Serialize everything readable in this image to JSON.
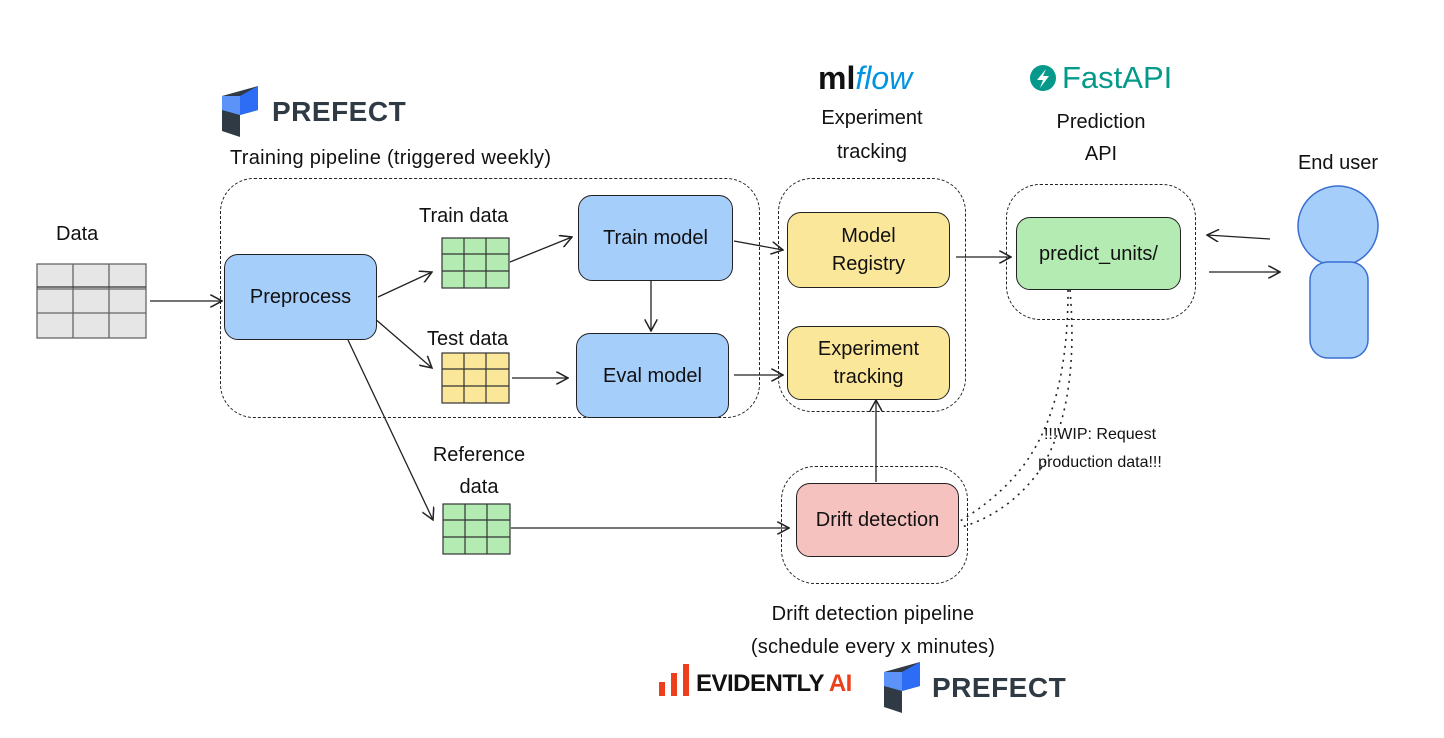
{
  "logos": {
    "prefect_top": "PREFECT",
    "mlflow": {
      "ml": "ml",
      "flow": "flow"
    },
    "fastapi": "FastAPI",
    "evidently": {
      "main": "EVIDENTLY",
      "ai": "AI"
    },
    "prefect_bottom": "PREFECT"
  },
  "labels": {
    "training_pipeline": "Training pipeline (triggered weekly)",
    "data": "Data",
    "train_data": "Train data",
    "test_data": "Test data",
    "reference_data_1": "Reference",
    "reference_data_2": "data",
    "experiment_tracking_1": "Experiment",
    "experiment_tracking_2": "tracking",
    "prediction_api_1": "Prediction",
    "prediction_api_2": "API",
    "end_user": "End user",
    "wip_1": "!!!WIP: Request",
    "wip_2": "production data!!!",
    "drift_pipeline_1": "Drift detection pipeline",
    "drift_pipeline_2": "(schedule every x minutes)"
  },
  "nodes": {
    "preprocess": "Preprocess",
    "train_model": "Train model",
    "eval_model": "Eval model",
    "model_registry_1": "Model",
    "model_registry_2": "Registry",
    "experiment_tracking_1": "Experiment",
    "experiment_tracking_2": "tracking",
    "predict_units": "predict_units/",
    "drift_detection": "Drift detection"
  },
  "colors": {
    "process_blue": "#a6cefb",
    "registry_yellow": "#fbe79a",
    "api_green": "#b4ebb2",
    "drift_pink": "#f6c2c0",
    "table_gray": "#e6e6e6",
    "table_green": "#b4ebb2",
    "table_yellow": "#fbe79a",
    "prefect_dark": "#2f3a45",
    "prefect_blue": "#2d6df6",
    "mlflow_blue": "#0194e2",
    "fastapi_teal": "#05998b",
    "evidently_red": "#ed3f1c"
  },
  "icons": [
    "prefect-logo-icon",
    "fastapi-logo-icon",
    "evidently-bars-icon",
    "table-icon",
    "user-icon"
  ]
}
